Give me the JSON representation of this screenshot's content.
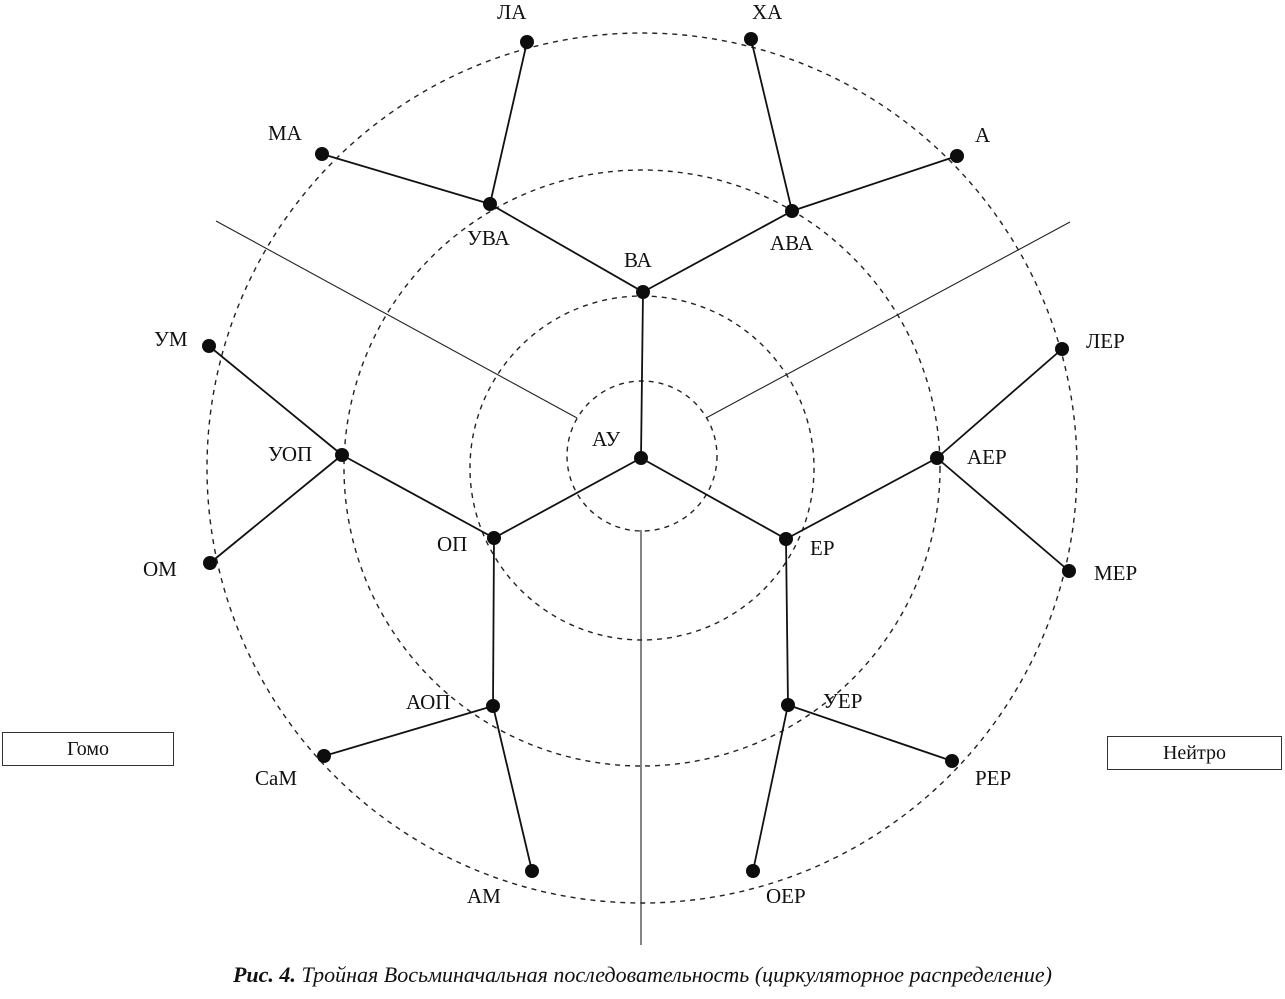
{
  "diagram": {
    "labels": {
      "la": "ЛА",
      "ha": "ХА",
      "ma": "МА",
      "a": "А",
      "uva": "УВА",
      "ava": "АВА",
      "va": "ВА",
      "um": "УМ",
      "ler": "ЛЕР",
      "uop": "УОП",
      "au": "АУ",
      "aer": "АЕР",
      "om": "ОМ",
      "op": "ОП",
      "er": "ЕР",
      "mer": "МЕР",
      "aop": "АОП",
      "uer": "УЕР",
      "sam": "СаМ",
      "rer": "РЕР",
      "am": "АМ",
      "oer": "ОЕР"
    }
  },
  "side_boxes": {
    "left": "Гомо",
    "right": "Нейтро"
  },
  "caption": {
    "figure": "Рис. 4.",
    "text": "Тройная Восьминачальная последовательность (циркуляторное распределение)"
  }
}
